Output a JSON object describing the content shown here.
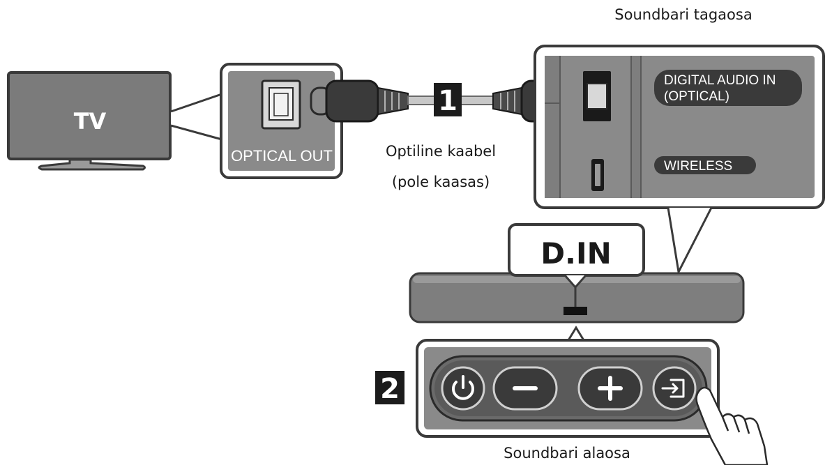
{
  "tv": {
    "label": "TV"
  },
  "optical_out": {
    "label": "OPTICAL OUT"
  },
  "steps": {
    "one": "1",
    "two": "2"
  },
  "cable": {
    "line1": "Optiline kaabel",
    "line2": "(pole kaasas)"
  },
  "rear_panel": {
    "title": "Soundbari tagaosa",
    "digital_in_line1": "DIGITAL AUDIO IN",
    "digital_in_line2": "(OPTICAL)",
    "wireless": "WIRELESS"
  },
  "mode": {
    "label": "D.IN"
  },
  "bottom_panel": {
    "title": "Soundbari alaosa"
  },
  "buttons": [
    {
      "icon": "power-icon"
    },
    {
      "icon": "minus-icon"
    },
    {
      "icon": "plus-icon"
    },
    {
      "icon": "source-icon"
    }
  ],
  "colors": {
    "panel_gray": "#8a8a8a",
    "tv_screen": "#7b7b7b",
    "dark": "#2a2a2a",
    "border": "#3a3a3a"
  }
}
